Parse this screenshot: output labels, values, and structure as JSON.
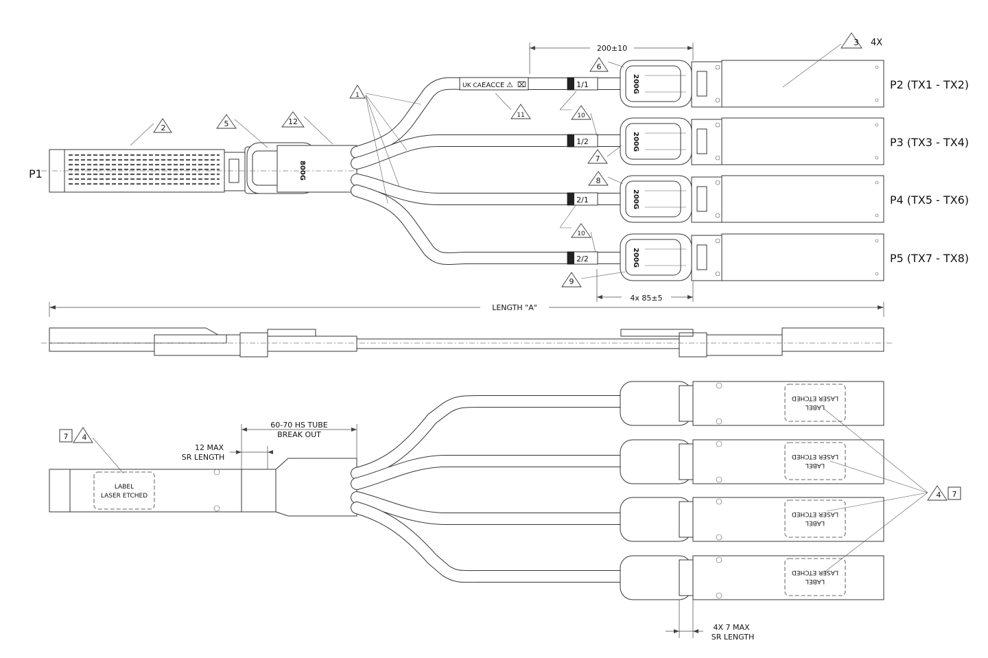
{
  "ports": {
    "p1": "P1",
    "p2": "P2 (TX1 - TX2)",
    "p3": "P3 (TX3 - TX4)",
    "p4": "P4 (TX5 - TX6)",
    "p5": "P5 (TX7 - TX8)"
  },
  "dimensions": {
    "tail": "200±10",
    "breakout_spacing": "4x  85±5",
    "length": "LENGTH \"A\"",
    "hs_tube_1": "60-70 HS TUBE",
    "hs_tube_2": "BREAK OUT",
    "sr_max_1": "12 MAX",
    "sr_max_2": "SR LENGTH",
    "sr_4x_1": "4X 7 MAX",
    "sr_4x_2": "SR LENGTH"
  },
  "balloons": {
    "b1": "1",
    "b2": "2",
    "b3": "3",
    "b3_qty": "4X",
    "b4": "4",
    "b5": "5",
    "b6": "6",
    "b7": "7",
    "b8": "8",
    "b9": "9",
    "b10": "10",
    "b11": "11",
    "b12": "12"
  },
  "boxed_notes": {
    "n7": "7"
  },
  "cable_labels": [
    "1/1",
    "1/2",
    "2/1",
    "2/2"
  ],
  "pull_tab_text": {
    "main": "800G",
    "branch": "200G"
  },
  "cert_marks": [
    "UK CA",
    "EAC",
    "CE",
    "⚠",
    "⌧"
  ],
  "etched_label": {
    "line1": "LABEL",
    "line2": "LASER ETCHED"
  },
  "colors": {
    "line": "#333333",
    "dash": "#999999",
    "background": "#ffffff"
  }
}
